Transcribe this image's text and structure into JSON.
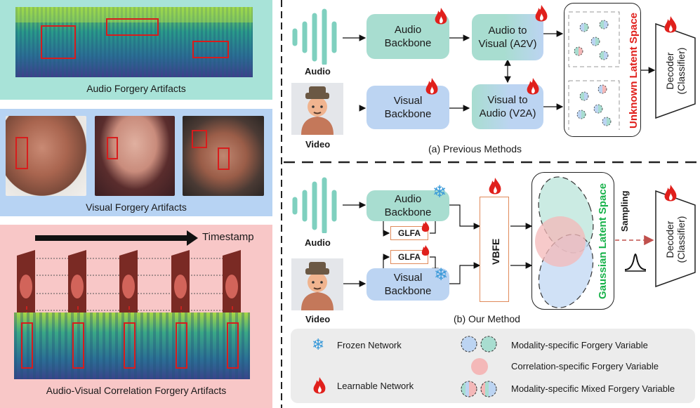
{
  "left": {
    "audio_caption": "Audio Forgery Artifacts",
    "visual_caption": "Visual Forgery Artifacts",
    "av_caption": "Audio-Visual Correlation Forgery Artifacts",
    "timestamp_label": "Timestamp"
  },
  "prev": {
    "audio_label": "Audio",
    "video_label": "Video",
    "audio_backbone": "Audio\nBackbone",
    "visual_backbone": "Visual\nBackbone",
    "a2v": "Audio to\nVisual (A2V)",
    "v2a": "Visual to\nAudio (V2A)",
    "latent_label": "Unknown Latent Space",
    "decoder": "Decoder\n(Classifier)",
    "caption": "(a) Previous Methods"
  },
  "ours": {
    "audio_label": "Audio",
    "video_label": "Video",
    "audio_backbone": "Audio\nBackbone",
    "visual_backbone": "Visual\nBackbone",
    "glfa_top": "GLFA",
    "glfa_bottom": "GLFA",
    "vbfe": "VBFE",
    "latent_label": "Gaussian Latent Space",
    "sampling": "Sampling",
    "decoder": "Decoder\n(Classifier)",
    "caption": "(b) Our Method"
  },
  "legend": {
    "frozen": "Frozen Network",
    "learnable": "Learnable Network",
    "modality": "Modality-specific Forgery Variable",
    "correlation": "Correlation-specific Forgery Variable",
    "mixed": "Modality-specific Mixed Forgery Variable"
  },
  "colors": {
    "teal_panel": "#a8e3d8",
    "blue_panel": "#b7d3f3",
    "pink_panel": "#f8c7c7",
    "green_block": "#a8ddd0",
    "blue_block": "#bcd4f2",
    "red": "#e0201c",
    "green_text": "#18b24a"
  }
}
